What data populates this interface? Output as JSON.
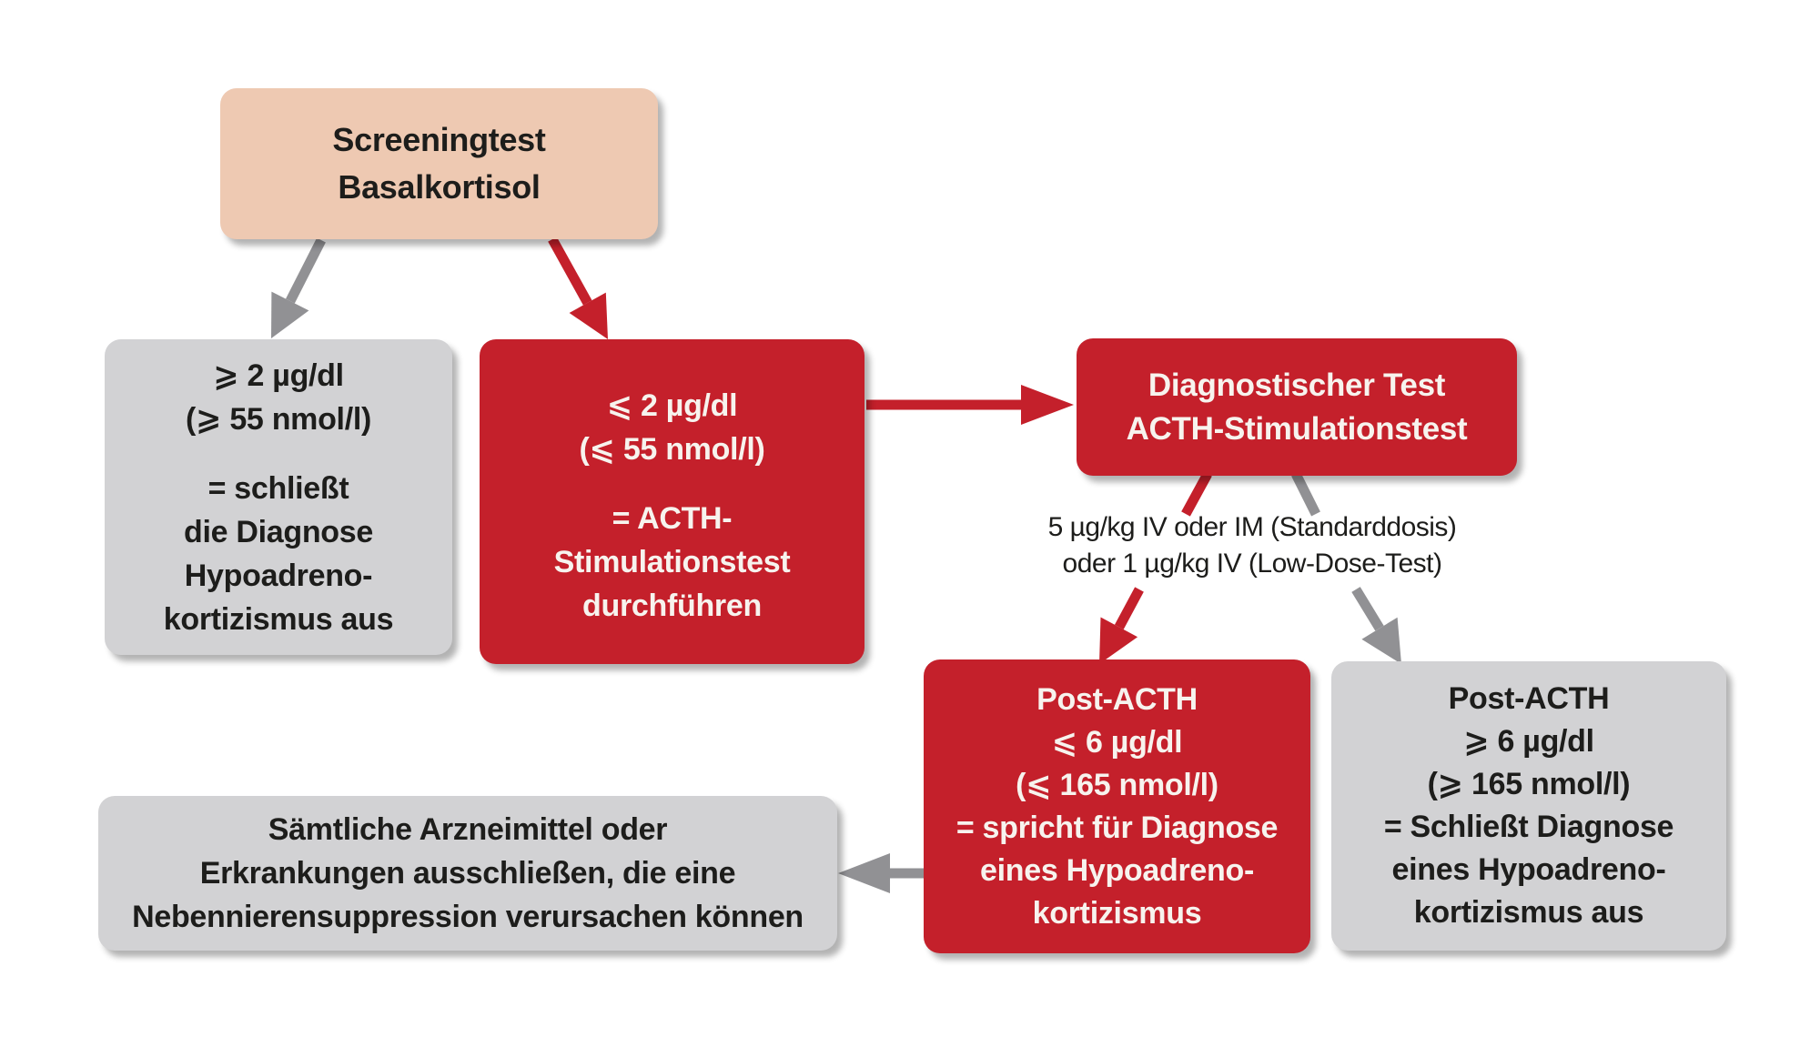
{
  "colors": {
    "red": "#c4202b",
    "peach": "#eec9b2",
    "gray_box": "#d2d2d4",
    "arrow_gray": "#919194",
    "text_dark": "#1d1d1b",
    "text_light": "#f7f3ee"
  },
  "boxes": {
    "screening": {
      "lines": [
        "Screeningtest",
        "Basalkortisol"
      ]
    },
    "basal_high": {
      "lines": [
        "⩾ 2 µg/dl",
        "(⩾ 55 nmol/l)",
        "= schließt",
        "die Diagnose",
        "Hypoadreno-",
        "kortizismus aus"
      ]
    },
    "basal_low": {
      "lines": [
        "⩽ 2 µg/dl",
        "(⩽ 55 nmol/l)",
        "= ACTH-",
        "Stimulationstest",
        "durchführen"
      ]
    },
    "diagnostic_test": {
      "lines": [
        "Diagnostischer Test",
        "ACTH-Stimulationstest"
      ]
    },
    "dose_note": {
      "lines": [
        "5 µg/kg IV oder IM (Standarddosis)",
        "oder 1 µg/kg IV (Low-Dose-Test)"
      ]
    },
    "post_acth_low": {
      "lines": [
        "Post-ACTH",
        "⩽ 6 µg/dl",
        "(⩽ 165 nmol/l)",
        "= spricht für Diagnose",
        "eines Hypoadreno-",
        "kortizismus"
      ]
    },
    "post_acth_high": {
      "lines": [
        "Post-ACTH",
        "⩾ 6 µg/dl",
        "(⩾ 165 nmol/l)",
        "= Schließt Diagnose",
        "eines Hypoadreno-",
        "kortizismus aus"
      ]
    },
    "exclude_other": {
      "lines": [
        "Sämtliche Arzneimittel oder",
        "Erkrankungen ausschließen, die eine",
        "Nebennierensuppression verursachen können"
      ]
    }
  }
}
